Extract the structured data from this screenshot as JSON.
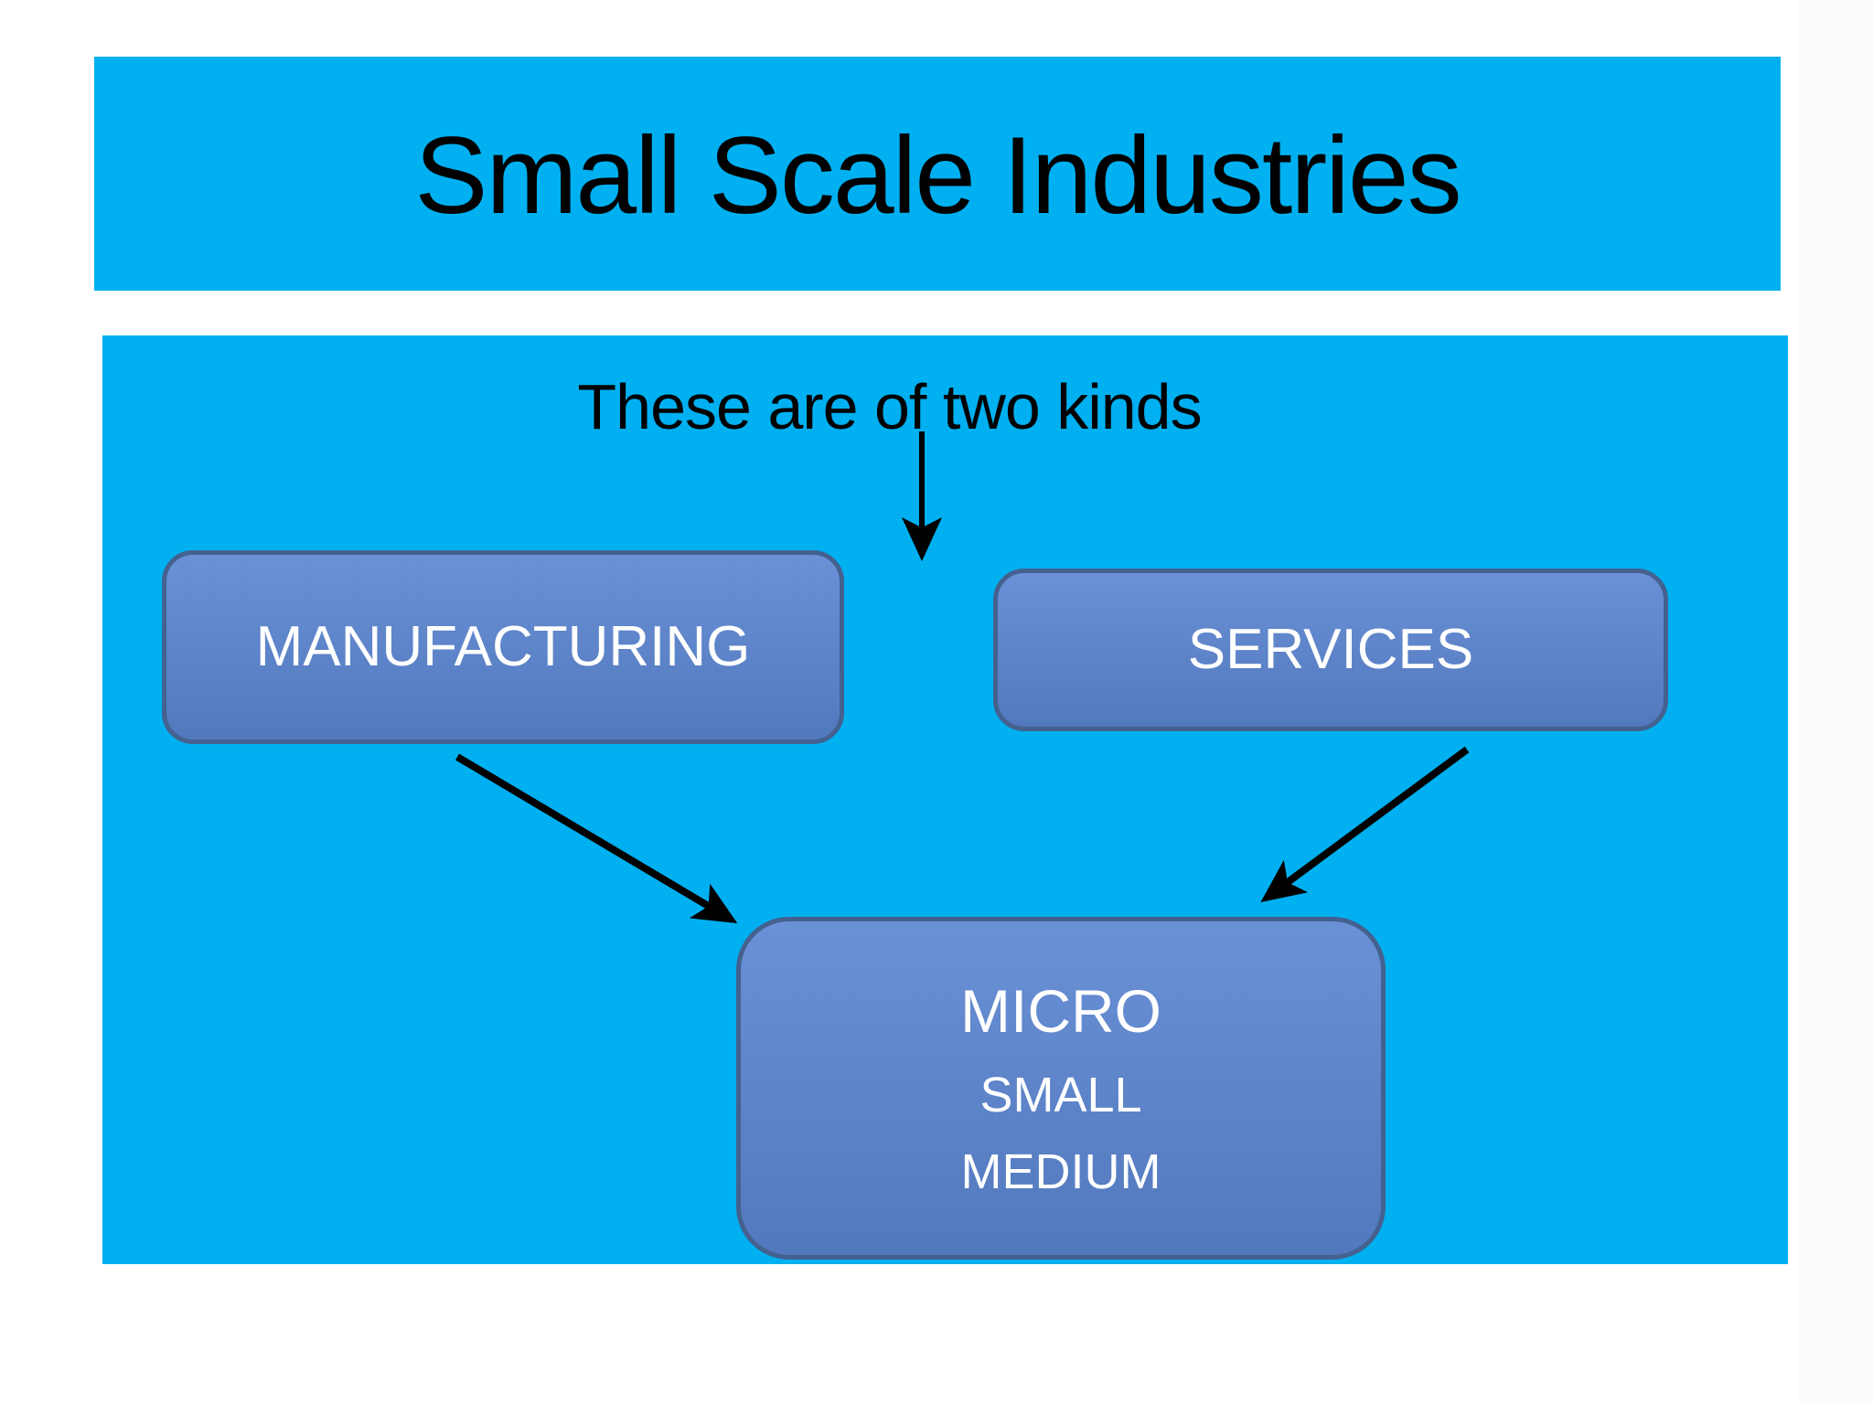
{
  "slide": {
    "title": "Small Scale Industries",
    "subtitle": "These are of two kinds",
    "boxes": {
      "manufacturing": {
        "label": "MANUFACTURING"
      },
      "services": {
        "label": "SERVICES"
      },
      "msme": {
        "lines": [
          "MICRO",
          "SMALL",
          "MEDIUM"
        ]
      }
    }
  },
  "colors": {
    "background": "#ffffff",
    "panel": "#00b0f0",
    "box_fill_top": "#6a90d6",
    "box_fill_bottom": "#5278bd",
    "box_border": "#44618f",
    "box_text": "#ffffff",
    "title_text": "#000000",
    "arrow": "#000000"
  }
}
